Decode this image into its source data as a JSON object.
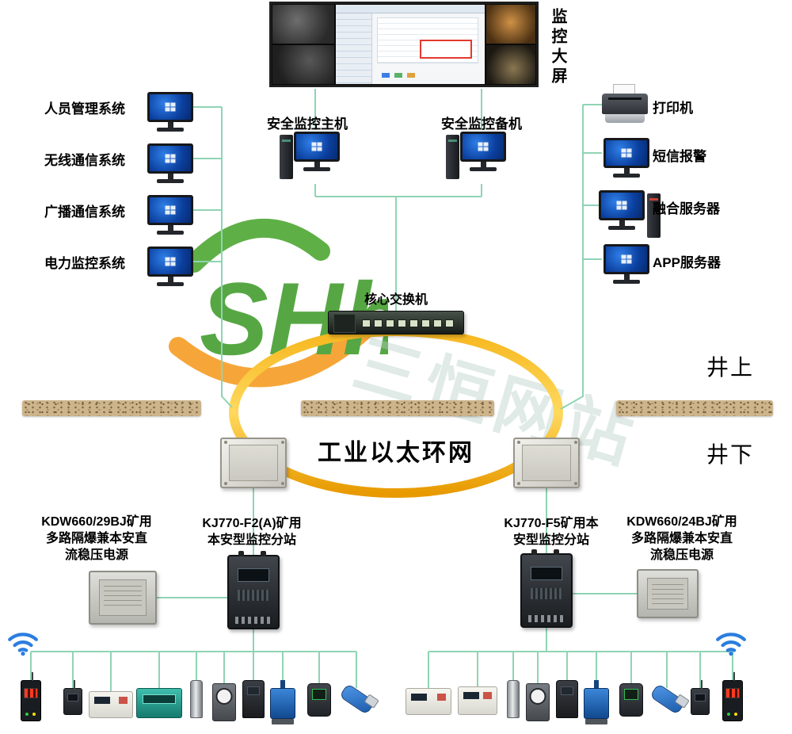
{
  "wall": {
    "label": "监控大屏"
  },
  "left_systems": [
    {
      "label": "人员管理系统"
    },
    {
      "label": "无线通信系统"
    },
    {
      "label": "广播通信系统"
    },
    {
      "label": "电力监控系统"
    }
  ],
  "hosts": [
    {
      "label": "安全监控主机"
    },
    {
      "label": "安全监控备机"
    }
  ],
  "right_devices": [
    {
      "label": "打印机",
      "icon": "printer-icon"
    },
    {
      "label": "短信报警",
      "icon": "monitor-icon"
    },
    {
      "label": "融合服务器",
      "icon": "monitor-tower-icon"
    },
    {
      "label": "APP服务器",
      "icon": "monitor-icon"
    }
  ],
  "network": {
    "core_switch_label": "核心交换机",
    "ring_label": "工业以太环网"
  },
  "zones": {
    "surface_label": "井上",
    "underground_label": "井下"
  },
  "underground_units": [
    {
      "type": "power-supply",
      "lines": [
        "KDW660/29BJ矿用",
        "多路隔爆兼本安直",
        "流稳压电源"
      ]
    },
    {
      "type": "substation",
      "lines": [
        "KJ770-F2(A)矿用",
        "本安型监控分站"
      ]
    },
    {
      "type": "substation",
      "lines": [
        "KJ770-F5矿用本",
        "安型监控分站"
      ]
    },
    {
      "type": "power-supply",
      "lines": [
        "KDW660/24BJ矿用",
        "多路隔爆兼本安直",
        "流稳压电源"
      ]
    }
  ],
  "sensor_row_left": [
    "led-display-meter",
    "wireless-sensor",
    "white-instrument",
    "teal-instrument",
    "cylinder-sensor",
    "gauge-sensor",
    "dark-sensor",
    "blue-valve-actuator",
    "handheld-reader",
    "blue-clamp-sensor"
  ],
  "sensor_row_right": [
    "white-instrument",
    "white-display-instrument",
    "cylinder-sensor",
    "gauge-sensor",
    "dark-sensor",
    "blue-valve-actuator",
    "handheld-reader",
    "blue-clamp-sensor",
    "wireless-sensor",
    "led-display-meter"
  ],
  "watermark": {
    "logo_text": "SHh",
    "site_text": "三恒网站"
  },
  "colors": {
    "line": "#8fd4b4",
    "ring": "#f2a900",
    "ground": "#cdb48b"
  }
}
